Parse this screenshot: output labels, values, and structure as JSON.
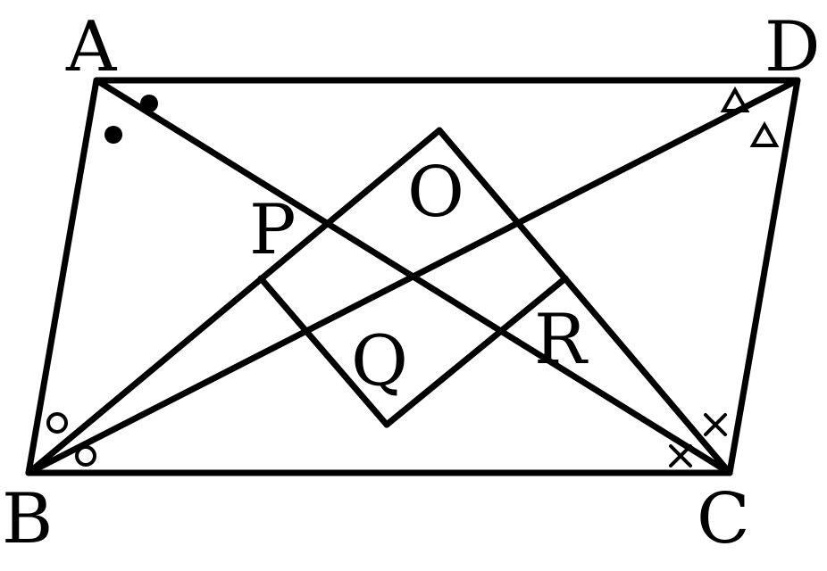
{
  "diagram": {
    "vertex_labels": {
      "A": "A",
      "B": "B",
      "C": "C",
      "D": "D",
      "O": "O",
      "P": "P",
      "Q": "Q",
      "R": "R"
    },
    "angle_marks": {
      "A": "filled-dot",
      "B": "open-circle",
      "C": "cross",
      "D": "triangle"
    }
  }
}
